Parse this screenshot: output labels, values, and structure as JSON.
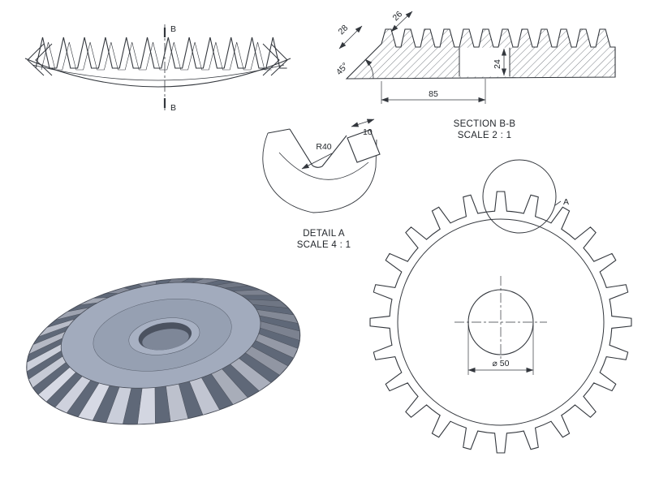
{
  "drawing": {
    "front_view": {
      "section_label_top": "B",
      "section_label_bottom": "B"
    },
    "section_view": {
      "title": "SECTION B-B",
      "scale": "SCALE 2 : 1",
      "dim_tooth_face": "28",
      "dim_tooth_top": "26",
      "dim_cone_angle": "45°",
      "dim_hub": "24",
      "dim_overall": "85"
    },
    "detail_view": {
      "title": "DETAIL A",
      "scale": "SCALE 4 : 1",
      "dim_radius": "R40",
      "dim_width": "10"
    },
    "front_circle_view": {
      "detail_label": "A",
      "dim_bore": "⌀ 50",
      "teeth_count": 24
    },
    "colors": {
      "line": "#33373d",
      "model_light": "#c6cdda",
      "model_mid": "#99a2b4",
      "model_dark": "#5f6878"
    }
  }
}
